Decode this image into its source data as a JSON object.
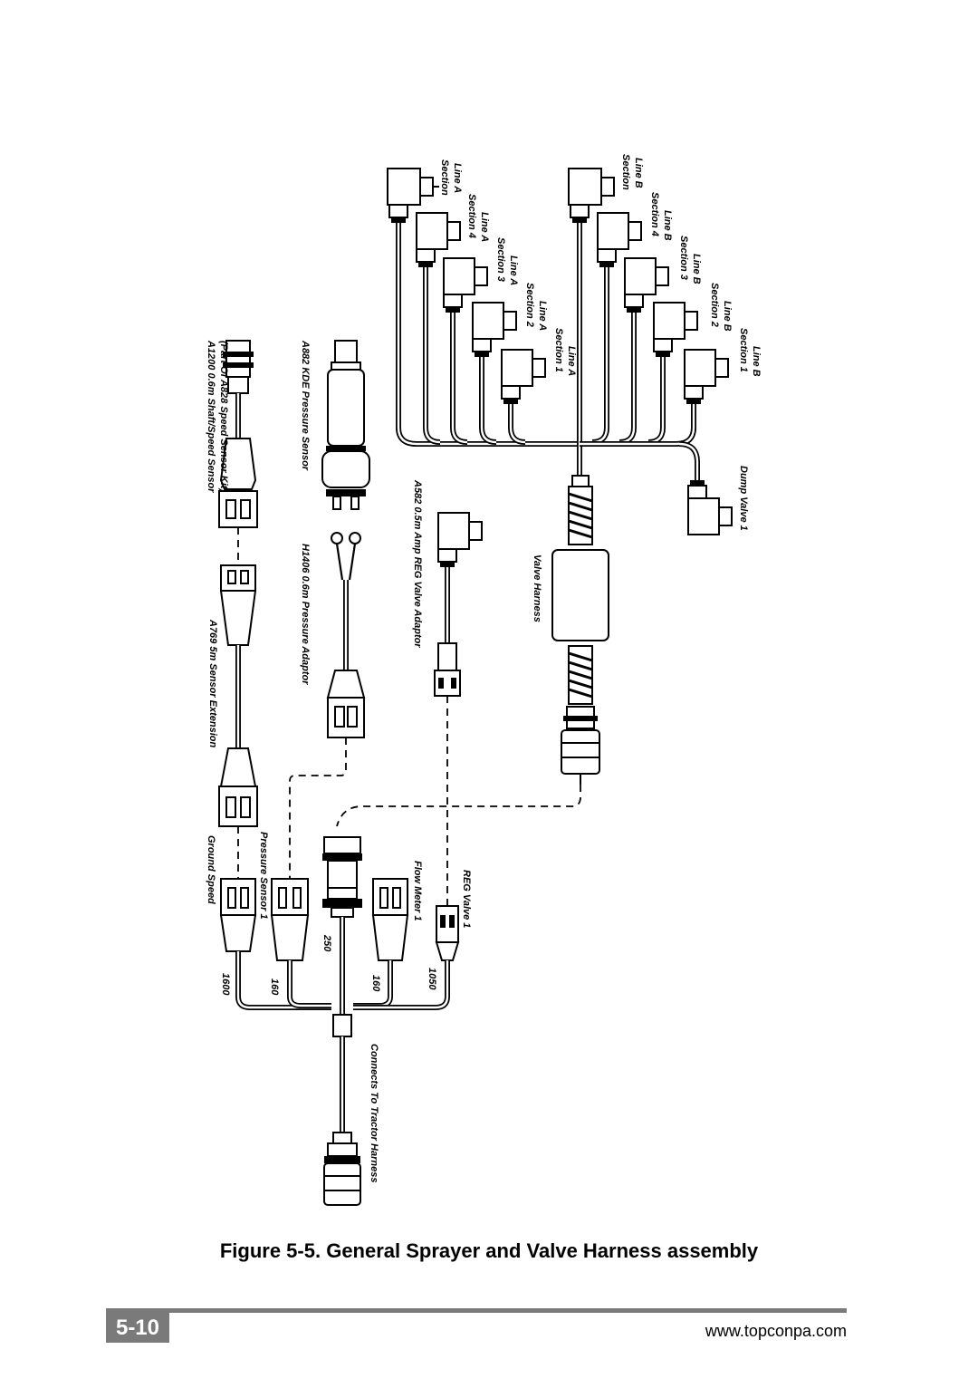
{
  "figure": {
    "caption": "Figure 5-5. General Sprayer and Valve Harness assembly",
    "labels": {
      "section4_line_a": [
        "Section",
        "Line A"
      ],
      "section4b_line_a": [
        "Section 4",
        "Line A"
      ],
      "section3_line_a": [
        "Section 3",
        "Line A"
      ],
      "section2_line_a": [
        "Section 2",
        "Line A"
      ],
      "section1_line_a": [
        "Section 1",
        "Line A"
      ],
      "section5_line_b": [
        "Section",
        "Line B"
      ],
      "section4_line_b": [
        "Section 4",
        "Line B"
      ],
      "section3_line_b": [
        "Section 3",
        "Line B"
      ],
      "section2_line_b": [
        "Section 2",
        "Line B"
      ],
      "section1_line_b": [
        "Section 1",
        "Line B"
      ],
      "speed_sensor": [
        "A1200 0.6m Shaft/Speed Sensor",
        "(Part Of A828 Speed Sensor Kit)"
      ],
      "pressure_sensor": "A882 KDE Pressure Sensor",
      "pressure_adaptor": "H1406 0.6m Pressure Adaptor",
      "sensor_extension": "A769 5m Sensor Extension",
      "reg_valve_adaptor": "A582 0.5m Amp REG Valve Adaptor",
      "valve_harness": "Valve Harness",
      "dump_valve": "Dump Valve 1",
      "ground_speed": "Ground Speed",
      "pressure_sensor_1": "Pressure Sensor 1",
      "flow_meter_1": "Flow Meter 1",
      "reg_valve_1": "REG Valve 1",
      "connects_to_tractor": "Connects To Tractor Harness",
      "wire_1600": "1600",
      "wire_160a": "160",
      "wire_250": "250",
      "wire_160b": "160",
      "wire_1050": "1050"
    }
  },
  "footer": {
    "page_number": "5-10",
    "website": "www.topconpa.com"
  },
  "colors": {
    "ink": "#000000",
    "footer_bar": "#7a7a7a",
    "footer_text": "#ffffff"
  }
}
